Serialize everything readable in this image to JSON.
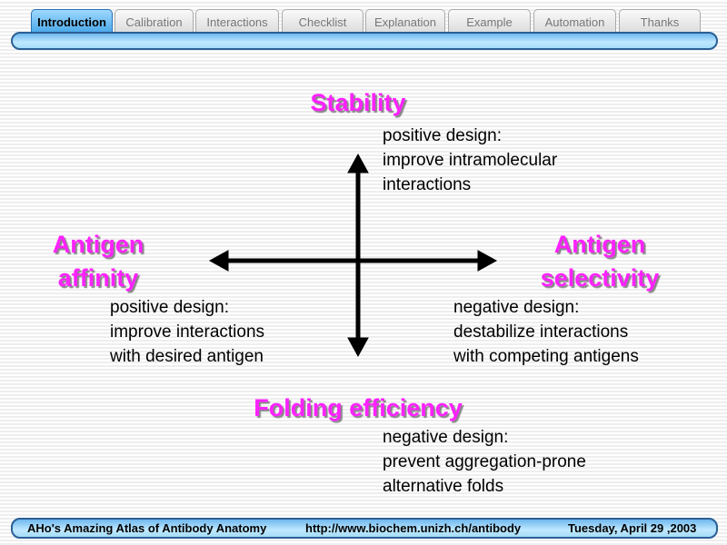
{
  "tabs": [
    "Introduction",
    "Calibration",
    "Interactions",
    "Checklist",
    "Explanation",
    "Example",
    "Automation",
    "Thanks"
  ],
  "active_tab": "Introduction",
  "diagram": {
    "top": {
      "title": "Stability",
      "lines": [
        "positive design:",
        "improve intramolecular",
        "interactions"
      ]
    },
    "left": {
      "title_lines": [
        "Antigen",
        "affinity"
      ],
      "lines": [
        "positive design:",
        "improve interactions",
        "with desired antigen"
      ]
    },
    "right": {
      "title_lines": [
        "Antigen",
        "selectivity"
      ],
      "lines": [
        "negative design:",
        "destabilize interactions",
        "with competing antigens"
      ]
    },
    "bottom": {
      "title": "Folding efficiency",
      "lines": [
        "negative design:",
        "prevent aggregation-prone",
        "alternative folds"
      ]
    }
  },
  "footer": {
    "title": "AHo's Amazing Atlas of Antibody Anatomy",
    "url": "http://www.biochem.unizh.ch/antibody",
    "date": "Tuesday, April 29 ,2003"
  },
  "colors": {
    "heading": "#ff22ff",
    "accent": "#4aa8e8"
  }
}
